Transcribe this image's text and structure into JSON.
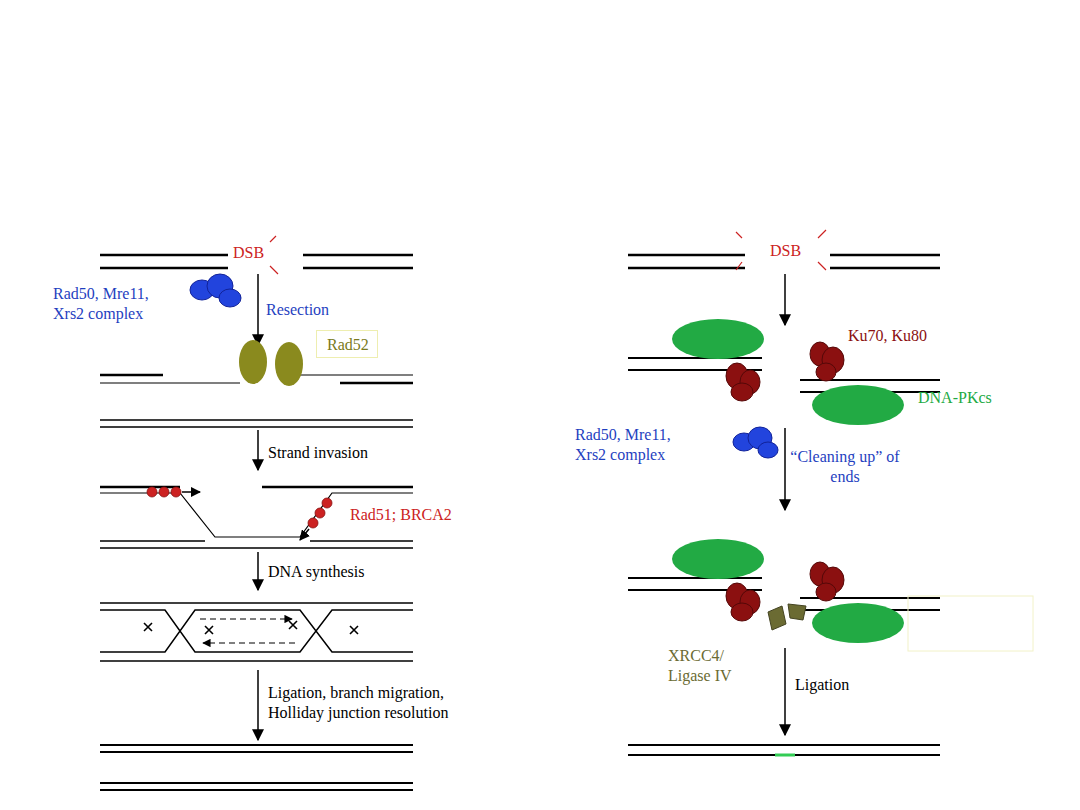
{
  "diagram": {
    "nodes": [
      {
        "text": [
          "Rad52"
        ]
      }
    ],
    "labels": [
      "DSB",
      "Rad50, Mre11, Xrs2 complex",
      "Resection",
      "Strand invasion",
      "Rad51; BRCA2",
      "DNA synthesis",
      "Ligation, branch migration, Holliday junction resolution",
      "DSB",
      "Ku70, Ku80",
      "DNA-PKcs",
      "Rad50, Mre11, Xrs2 complex",
      "“Cleaning up” of ends",
      "XRCC4/ Ligase IV",
      "Ligation"
    ]
  }
}
